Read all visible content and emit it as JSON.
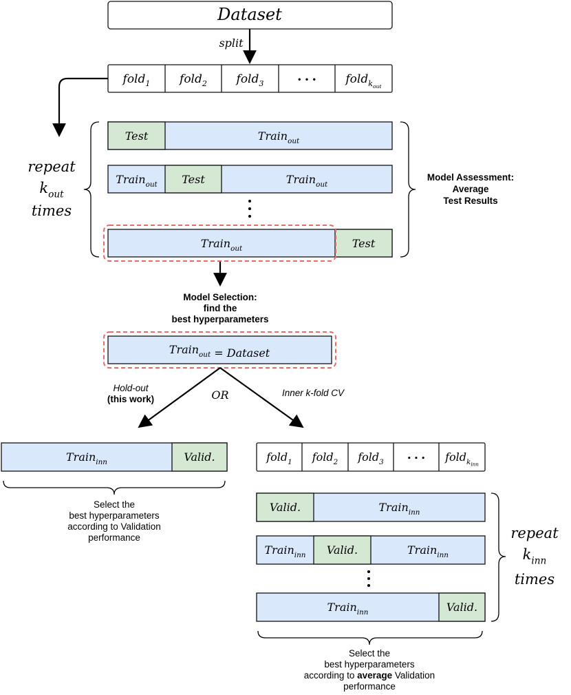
{
  "colors": {
    "train": "#dae8fc",
    "test": "#d5e8d4",
    "fold": "#ffffff",
    "highlight": "#ea6b66",
    "line": "#000000"
  },
  "top": {
    "dataset": "Dataset",
    "split": "split",
    "outer_folds": [
      "fold_1",
      "fold_2",
      "fold_3",
      "...",
      "fold_k_out"
    ]
  },
  "outer": {
    "repeat_label": [
      "repeat",
      "k_out",
      "times"
    ],
    "rows": [
      [
        "Test",
        "Train_out"
      ],
      [
        "Train_out",
        "Test",
        "Train_out"
      ],
      [
        "Train_out",
        "Test"
      ]
    ],
    "assessment_label": [
      "Model Assessment:",
      "Average",
      "Test Results"
    ]
  },
  "selection": {
    "label": [
      "Model Selection:",
      "find the",
      "best hyperparameters"
    ],
    "equation": "Train_out = Dataset",
    "or": "OR",
    "holdout_label": [
      "Hold-out",
      "(this work)"
    ],
    "inner_cv_label": "Inner k-fold CV"
  },
  "holdout": {
    "row": [
      "Train_inn",
      "Valid."
    ],
    "caption": [
      "Select the",
      "best hyperparameters",
      "according to Validation",
      "performance"
    ]
  },
  "inner": {
    "folds": [
      "fold_1",
      "fold_2",
      "fold_3",
      "...",
      "fold_k_inn"
    ],
    "rows": [
      [
        "Valid.",
        "Train_inn"
      ],
      [
        "Train_inn",
        "Valid.",
        "Train_inn"
      ],
      [
        "Train_inn",
        "Valid."
      ]
    ],
    "repeat_label": [
      "repeat",
      "k_inn",
      "times"
    ],
    "caption": [
      "Select the",
      "best hyperparameters",
      "according to average Validation",
      "performance"
    ],
    "caption_bold_word": "average"
  }
}
